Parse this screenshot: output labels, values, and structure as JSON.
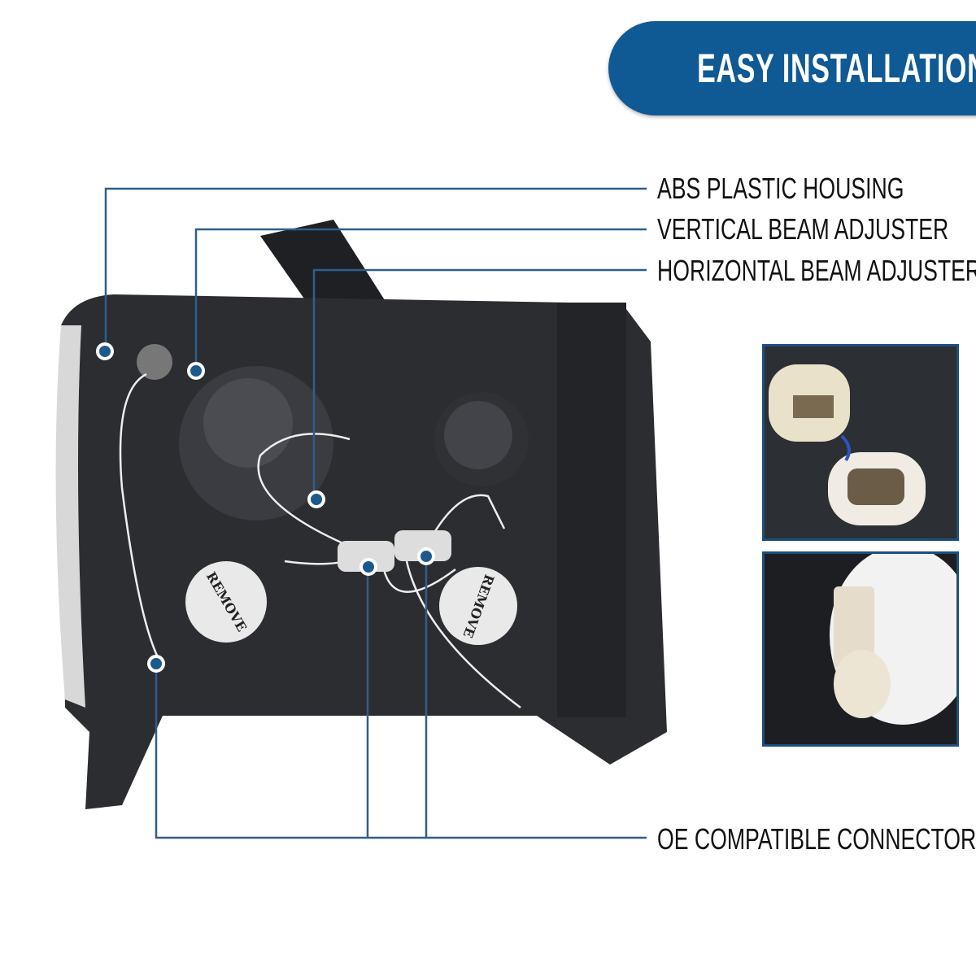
{
  "header": {
    "title": "EASY INSTALLATION"
  },
  "callouts": [
    {
      "label": "ABS PLASTIC HOUSING"
    },
    {
      "label": "VERTICAL BEAM ADJUSTER"
    },
    {
      "label": "HORIZONTAL BEAM ADJUSTER"
    },
    {
      "label": "OE COMPATIBLE CONNECTORS"
    }
  ],
  "product": {
    "cap_text_left": "REMOVE",
    "cap_text_right": "REMOVE"
  },
  "colors": {
    "accent": "#0f5a94",
    "leader": "#2f5f8a",
    "housing": "#2b2d31"
  }
}
